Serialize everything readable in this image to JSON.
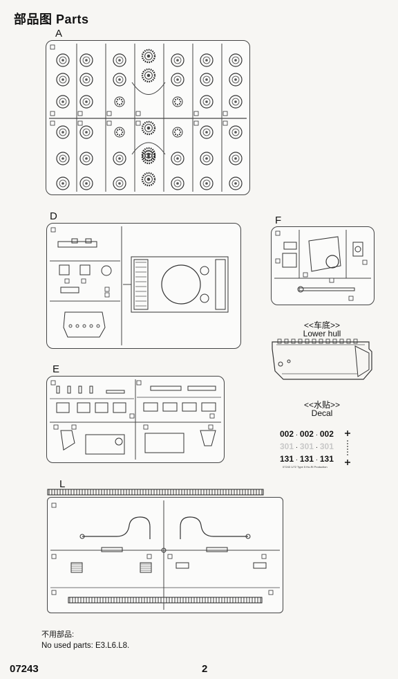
{
  "header": {
    "title": "部品图  Parts"
  },
  "sprues": {
    "a": {
      "letter": "A"
    },
    "d": {
      "letter": "D"
    },
    "e": {
      "letter": "E"
    },
    "f": {
      "letter": "F"
    },
    "l": {
      "letter": "L"
    }
  },
  "lower_hull": {
    "cn": "<<车底>>",
    "en": "Lower hull"
  },
  "decal": {
    "cn": "<<水贴>>",
    "en": "Decal",
    "rows": [
      [
        "002",
        "002",
        "002"
      ],
      [
        "301",
        "301",
        "301"
      ],
      [
        "131",
        "131",
        "131"
      ]
    ],
    "caption": "07243 1/72 Type 5 Ho-Ri Production",
    "colors": {
      "primary": "#111111",
      "secondary": "#c8c8c8"
    }
  },
  "notes": {
    "cn": "不用部品:",
    "en": "No used parts: E3.L6.L8."
  },
  "footer": {
    "code": "07243",
    "page": "2"
  }
}
